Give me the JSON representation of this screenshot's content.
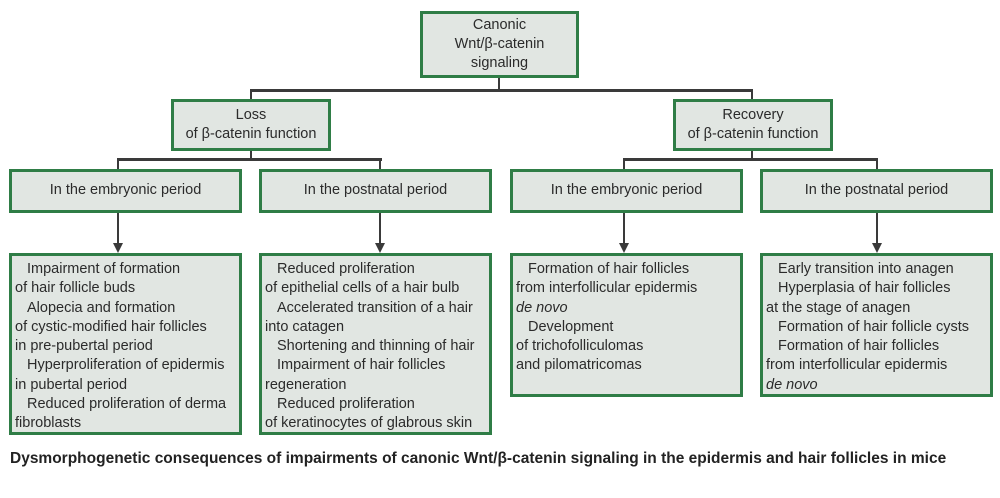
{
  "root": {
    "lines": [
      "Canonic",
      "Wnt/β-catenin",
      "signaling"
    ]
  },
  "loss": {
    "lines": [
      "Loss",
      "of β-catenin function"
    ]
  },
  "recovery": {
    "lines": [
      "Recovery",
      "of β-catenin function"
    ]
  },
  "periods": {
    "loss_embryonic": "In the embryonic period",
    "loss_postnatal": "In the postnatal period",
    "rec_embryonic": "In the embryonic period",
    "rec_postnatal": "In the postnatal period"
  },
  "details": {
    "loss_embryonic": [
      "Impairment of formation",
      "of hair follicle buds",
      "Alopecia and formation",
      "of cystic-modified hair follicles",
      "in pre-pubertal period",
      "Hyperproliferation of epidermis",
      "in pubertal period",
      "Reduced proliferation of derma",
      "fibroblasts"
    ],
    "loss_postnatal": [
      "Reduced proliferation",
      "of epithelial cells of a hair bulb",
      "Accelerated transition of a hair",
      "into catagen",
      "Shortening and thinning of hair",
      "Impairment of hair follicles",
      "regeneration",
      "Reduced proliferation",
      "of keratinocytes of glabrous skin"
    ],
    "rec_embryonic": [
      "Formation of hair follicles",
      "from interfollicular epidermis",
      "de novo",
      "Development",
      "of trichofolliculomas",
      "and pilomatricomas"
    ],
    "rec_postnatal": [
      "Early transition into anagen",
      "Hyperplasia of hair follicles",
      "at the stage of anagen",
      "Formation of hair follicle cysts",
      "Formation of hair follicles",
      "from interfollicular epidermis",
      "de novo"
    ]
  },
  "caption": "Dysmorphogenetic consequences of impairments of canonic Wnt/β-catenin signaling in the epidermis and hair follicles in mice",
  "colors": {
    "box_fill": "#e1e6e2",
    "box_border": "#2f7d46",
    "connector": "#3a3a3a"
  }
}
